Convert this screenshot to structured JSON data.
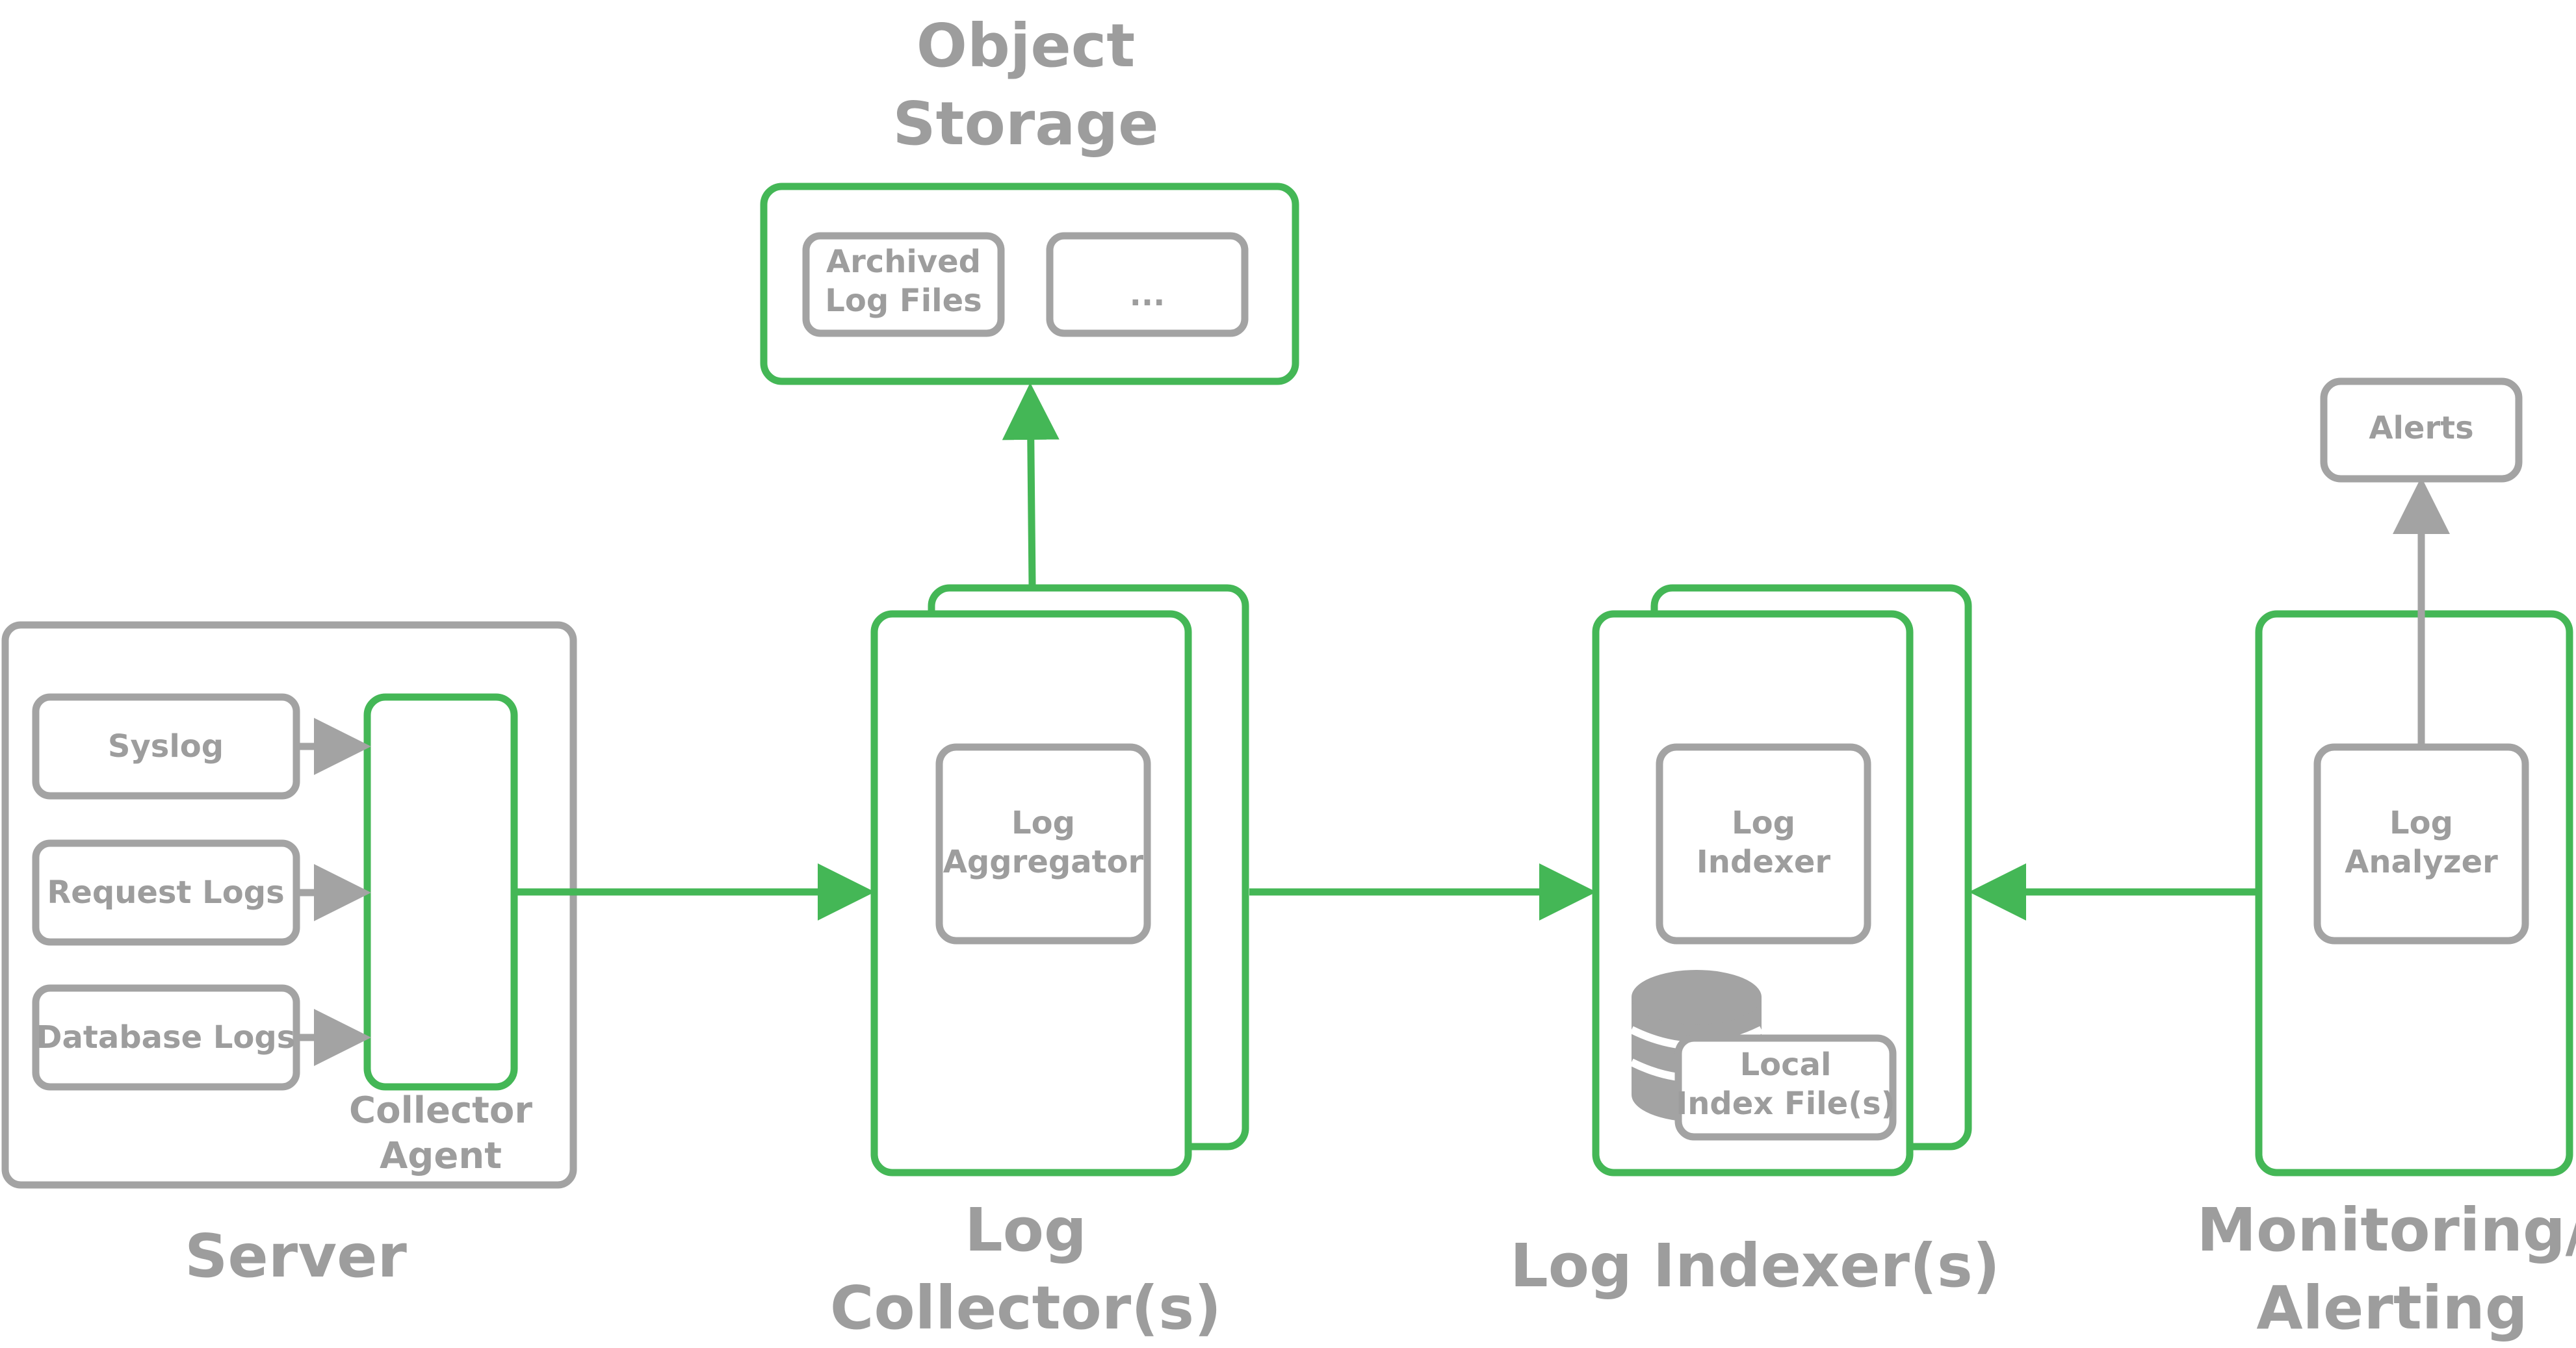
{
  "colors": {
    "green": "#44b756",
    "gray": "#a3a3a3",
    "text": "#9d9d9d"
  },
  "server": {
    "title": "Server",
    "syslog": "Syslog",
    "request_logs": "Request Logs",
    "database_logs": "Database Logs",
    "collector_agent_line1": "Collector",
    "collector_agent_line2": "Agent"
  },
  "collector": {
    "title_line1": "Log",
    "title_line2": "Collector(s)",
    "aggregator_line1": "Log",
    "aggregator_line2": "Aggregator"
  },
  "storage": {
    "title_line1": "Object",
    "title_line2": "Storage",
    "archived_line1": "Archived",
    "archived_line2": "Log Files",
    "more": "..."
  },
  "indexer": {
    "title": "Log Indexer(s)",
    "indexer_line1": "Log",
    "indexer_line2": "Indexer",
    "local_line1": "Local",
    "local_line2": "Index File(s)"
  },
  "monitoring": {
    "title_line1": "Monitoring/",
    "title_line2": "Alerting",
    "analyzer_line1": "Log",
    "analyzer_line2": "Analyzer",
    "alerts": "Alerts"
  }
}
